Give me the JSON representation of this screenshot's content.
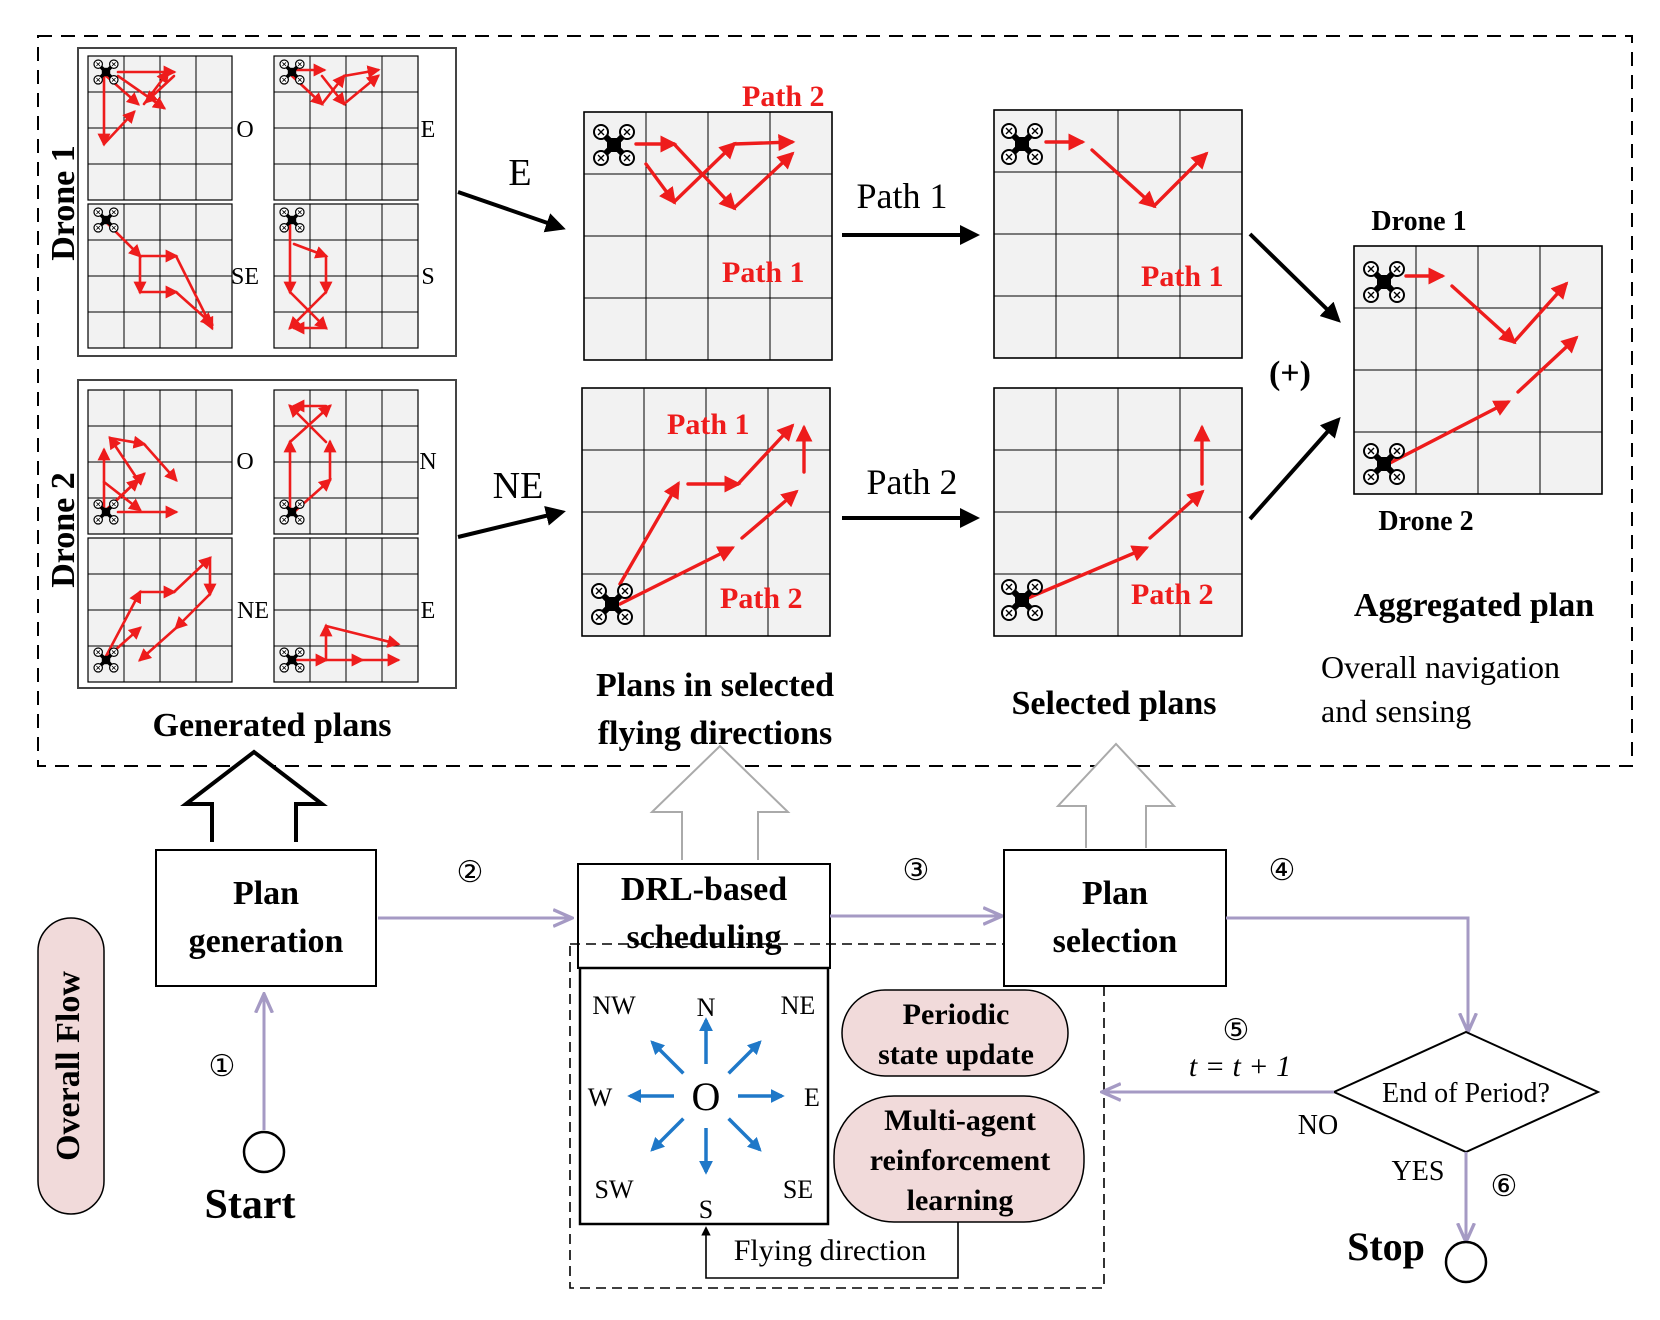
{
  "top_panel": {
    "drone1_label": "Drone 1",
    "drone2_label": "Drone 2",
    "drone1_dirs": [
      "O",
      "E",
      "SE",
      "S"
    ],
    "drone2_dirs": [
      "O",
      "N",
      "NE",
      "E"
    ],
    "generated_plans_caption": "Generated plans",
    "arrow_label_drone1": "E",
    "arrow_label_drone2": "NE",
    "selected_dirs_caption_line1": "Plans in selected",
    "selected_dirs_caption_line2": "flying directions",
    "path1_label": "Path 1",
    "path2_label": "Path 2",
    "selected_plans_caption": "Selected plans",
    "plus_label": "(+)",
    "aggregated_caption": "Aggregated plan",
    "aggregated_desc_line1": "Overall navigation",
    "aggregated_desc_line2": "and sensing"
  },
  "flow": {
    "overall_flow_label": "Overall Flow",
    "plan_generation_line1": "Plan",
    "plan_generation_line2": "generation",
    "drl_line1": "DRL-based",
    "drl_line2": "scheduling",
    "plan_selection_line1": "Plan",
    "plan_selection_line2": "selection",
    "start_label": "Start",
    "stop_label": "Stop",
    "step1": "①",
    "step2": "②",
    "step3": "③",
    "step4": "④",
    "step5": "⑤",
    "step6": "⑥",
    "decision_label": "End of Period?",
    "no_label": "NO",
    "yes_label": "YES",
    "time_update": "t = t + 1",
    "periodic_line1": "Periodic",
    "periodic_line2": "state update",
    "marl_line1": "Multi-agent",
    "marl_line2": "reinforcement",
    "marl_line3": "learning",
    "flying_direction_label": "Flying direction"
  },
  "compass": {
    "center": "O",
    "N": "N",
    "NE": "NE",
    "E": "E",
    "SE": "SE",
    "S": "S",
    "SW": "SW",
    "W": "W",
    "NW": "NW"
  },
  "colors": {
    "path": "#ee1c1c",
    "flow_line": "#a59ac4",
    "compass_arrow": "#1f78c8",
    "pill_fill": "#f1dada",
    "cell_fill": "#f2f2f2"
  }
}
